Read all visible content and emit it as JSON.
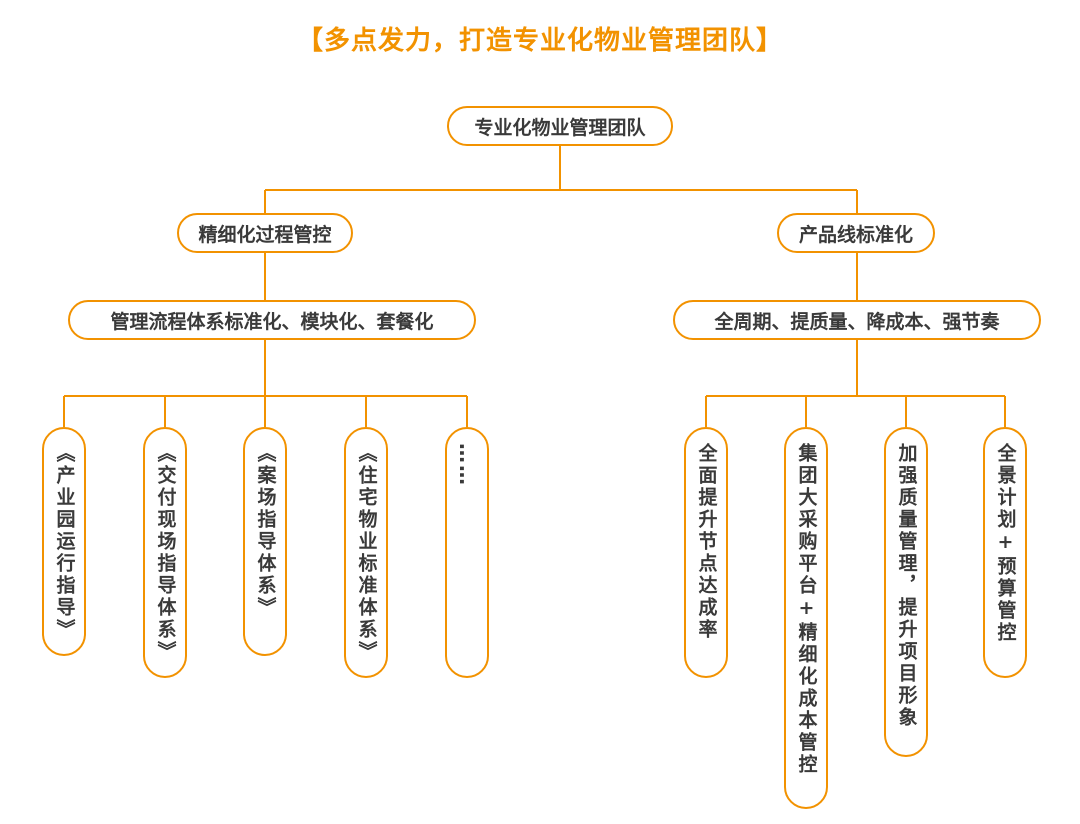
{
  "title": "【多点发力，打造专业化物业管理团队】",
  "root": "专业化物业管理团队",
  "left": {
    "label": "精细化过程管控",
    "sub": "管理流程体系标准化、模块化、套餐化",
    "items": [
      "《产业园运行指导》",
      "《交付现场指导体系》",
      "《案场指导体系》",
      "《住宅物业标准体系》",
      "……"
    ]
  },
  "right": {
    "label": "产品线标准化",
    "sub": "全周期、提质量、降成本、强节奏",
    "items": [
      "全面提升节点达成率",
      "集团大采购平台+精细化成本管控",
      "加强质量管理，提升项目形象",
      "全景计划+预算管控"
    ]
  },
  "colors": {
    "accent": "#f29200",
    "text": "#3a3a3a"
  }
}
